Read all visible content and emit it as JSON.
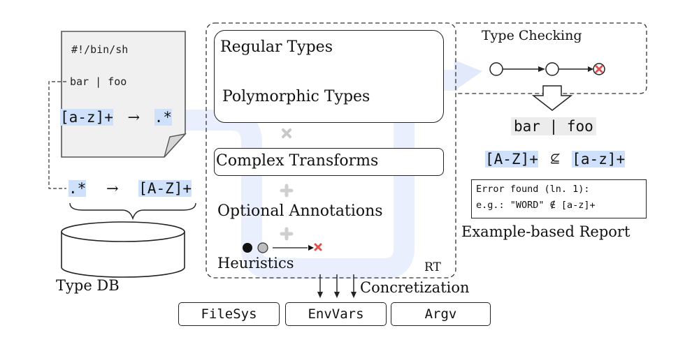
{
  "script": {
    "shebang": "#!/bin/sh",
    "command": "bar | foo",
    "type_left": "[a-z]+",
    "type_right": ".*"
  },
  "db_mapping": {
    "left": ".*",
    "right": "[A-Z]+"
  },
  "db_label": "Type DB",
  "arrow_symbol": "→",
  "rt": {
    "regular_types": "Regular Types",
    "polymorphic_types": "Polymorphic Types",
    "complex_transforms": "Complex Transforms",
    "optional_annotations": "Optional Annotations",
    "heuristics": "Heuristics",
    "label": "RT"
  },
  "type_checking": {
    "title": "Type Checking"
  },
  "result": {
    "command": "bar | foo",
    "left": "[A-Z]+",
    "relation": "⊈",
    "right": "[a-z]+"
  },
  "report": {
    "line1": "Error found (ln. 1):",
    "line2": "e.g.: \"WORD\" ∉ [a-z]+",
    "caption": "Example-based Report"
  },
  "concretization": {
    "label": "Concretization",
    "targets": [
      "FileSys",
      "EnvVars",
      "Argv"
    ]
  },
  "colors": {
    "highlight": "#cfe0fb",
    "flow": "#e9effc",
    "error": "#e05050"
  }
}
